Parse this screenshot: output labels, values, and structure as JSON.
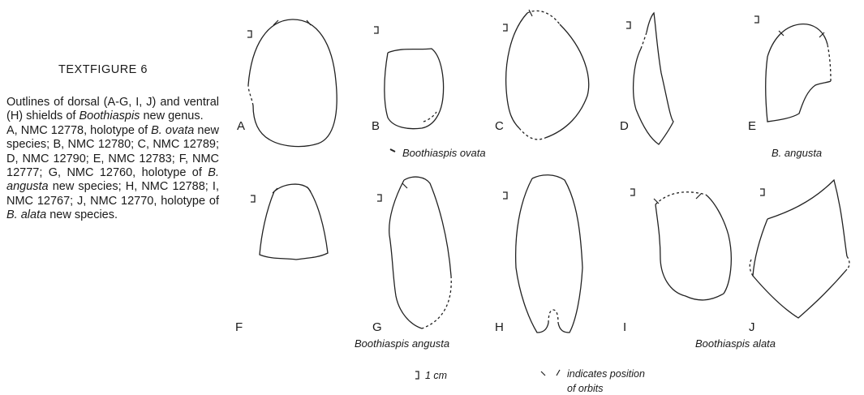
{
  "figure": {
    "title": "TEXTFIGURE 6",
    "caption_intro": "Outlines of dorsal (A-G, I, J) and ventral (H) shields of",
    "caption_genus": "Boothiaspis",
    "caption_genus_suffix": " new genus.",
    "caption_body": [
      {
        "text": "A, NMC 12778, holotype of ",
        "italic": false
      },
      {
        "text": "B. ovata",
        "italic": true
      },
      {
        "text": " new species; B, NMC 12780; C, NMC 12789; D, NMC 12790; E, NMC 12783; F, NMC 12777; G, NMC 12760, holotype of ",
        "italic": false
      },
      {
        "text": "B. angusta",
        "italic": true
      },
      {
        "text": " new species; H, NMC 12788; I, NMC 12767; J, NMC 12770, holotype of ",
        "italic": false
      },
      {
        "text": "B. alata",
        "italic": true
      },
      {
        "text": " new species.",
        "italic": false
      }
    ]
  },
  "panels": {
    "A": "A",
    "B": "B",
    "C": "C",
    "D": "D",
    "E": "E",
    "F": "F",
    "G": "G",
    "H": "H",
    "I": "I",
    "J": "J"
  },
  "species_labels": {
    "ovata": "Boothiaspis ovata",
    "angusta_top": "B. angusta",
    "angusta_bottom": "Boothiaspis angusta",
    "alata": "Boothiaspis alata"
  },
  "legend": {
    "scale": "1 cm",
    "orbits_line1": "indicates position",
    "orbits_line2": "of orbits"
  }
}
